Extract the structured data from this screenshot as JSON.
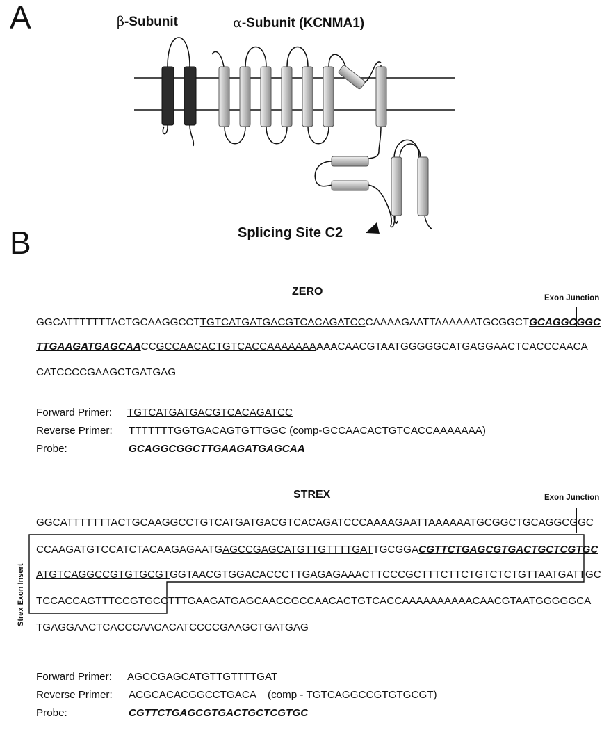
{
  "panel_a": {
    "letter": "A",
    "beta_symbol": "β",
    "beta_text": "-Subunit",
    "alpha_symbol": "α",
    "alpha_text": "-Subunit  (KCNMA1)",
    "splicing_label": "Splicing Site  C2"
  },
  "panel_b": {
    "letter": "B",
    "zero": {
      "title": "ZERO",
      "exon_junction": "Exon Junction",
      "line1": {
        "a": "GGCATTTTTTTACTGCAAGGCCT",
        "b": "TGTCATGATGACGTCACAGATCC",
        "c": "CAAAAGAATTAAAAAATGCGGCT",
        "d": "GCAGGCGGC"
      },
      "line2": {
        "a": "TTGAAGATGAGCAA",
        "b": "CC",
        "c": "GCCAACACTGTCACCAAAAAAA",
        "d": "AAACAACGTAATGGGGGCATGAGGAACTCACCCAACA"
      },
      "line3": "CATCCCCGAAGCTGATGAG",
      "forward_label": "Forward Primer:",
      "forward_seq": "TGTCATGATGACGTCACAGATCC",
      "reverse_label": "Reverse Primer:",
      "reverse_seq": "TTTTTTTGGTGACAGTGTTGGC",
      "reverse_comp_prefix": "(comp-",
      "reverse_comp_seq": "GCCAACACTGTCACCAAAAAAA",
      "reverse_comp_suffix": ")",
      "probe_label": "Probe:",
      "probe_seq": "GCAGGCGGCTTGAAGATGAGCAA"
    },
    "strex": {
      "title": "STREX",
      "exon_junction": "Exon Junction",
      "insert_label": "Strex Exon Insert",
      "line1": "GGCATTTTTTTACTGCAAGGCCTGTCATGATGACGTCACAGATCCCAAAAGAATTAAAAAATGCGGCTGCAGGCGGC",
      "line2": {
        "a": "CCAAGATGTCCATCTACAAGAGAATG",
        "b": "AGCCGAGCATGTTGTTTTGAT",
        "c": "TGCGGA",
        "d": "CGTTCTGAGCGTGACTGCTCGTGC"
      },
      "line3": {
        "a": "A",
        "b": "TGTCAGGCCGTGTGCGT",
        "c": "GGTAACGTGGACACCCTTGAGAGAAACTTCCCGCTTTCTTCTGTCTCTGTTAATGATTGC"
      },
      "line4": {
        "a": "TCCACCAGTTTCCGTGCCT",
        "b": "TTGAAGATGAGCAACCGCCAACACTGTCACCAAAAAAAAAACAACGTAATGGGGGCA"
      },
      "line5": "TGAGGAACTCACCCAACACATCCCCGAAGCTGATGAG",
      "forward_label": "Forward Primer:",
      "forward_seq": "AGCCGAGCATGTTGTTTTGAT",
      "reverse_label": "Reverse Primer:",
      "reverse_seq": "ACGCACACGGCCTGACA",
      "reverse_comp_prefix": "(comp -",
      "reverse_comp_seq": "TGTCAGGCCGTGTGCGT",
      "reverse_comp_suffix": ")",
      "probe_label": "Probe:",
      "probe_seq": "CGTTCTGAGCGTGACTGCTCGTGC"
    }
  },
  "colors": {
    "beta_helix": "#2b2b2b",
    "alpha_helix_light": "#e8e8e8",
    "alpha_helix_dark": "#9a9a9a",
    "line": "#111111"
  }
}
